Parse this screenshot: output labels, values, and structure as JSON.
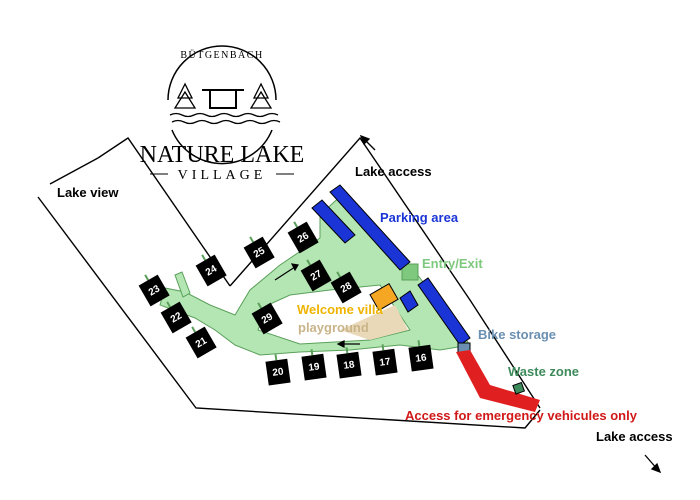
{
  "logo": {
    "top_text": "BÜTGENBACH",
    "name": "NATURE LAKE",
    "sub": "VILLAGE"
  },
  "labels": {
    "lake_view": "Lake view",
    "lake_access_top": "Lake access",
    "lake_access_bottom": "Lake access",
    "parking": "Parking area",
    "entry_exit": "Entry/Exit",
    "welcome_villa": "Welcome villa",
    "playground": "playground",
    "bike_storage": "Bike storage",
    "waste_zone": "Waste zone",
    "emergency": "Access for emergency vehicules only"
  },
  "houses": [
    "16",
    "17",
    "18",
    "19",
    "20",
    "21",
    "22",
    "23",
    "24",
    "25",
    "26",
    "27",
    "28",
    "29"
  ],
  "colors": {
    "parking": "#1a34d6",
    "road": "#b4e6b4",
    "entry": "#7fc97f",
    "welcome": "#f5a623",
    "welcome_text": "#f0b400",
    "playground": "#ead9b8",
    "bike": "#6a8fb0",
    "waste": "#3d8a5a",
    "emergency": "#e02020",
    "house": "#000000"
  }
}
